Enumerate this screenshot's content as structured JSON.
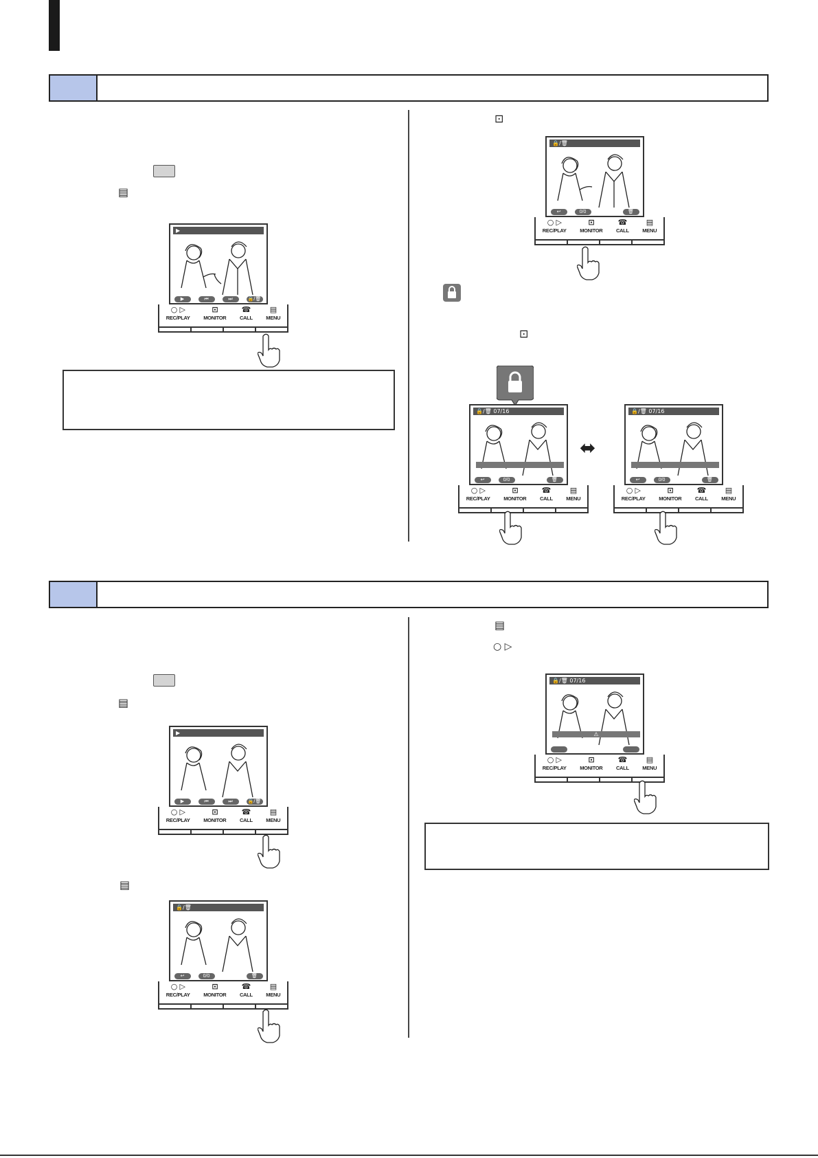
{
  "icons": {
    "menu_icon": "menu-icon",
    "monitor_icon": "monitor-icon",
    "lock_icon": "lock-icon",
    "rec_play_icon": "rec-play-icon",
    "swap_arrow": "double-arrow-icon"
  },
  "glyphs": {
    "menu": "▤",
    "monitor": "⊡",
    "rec_play": "○ ▷",
    "call": "☎",
    "lockdel": "🔒/🗑",
    "swap": "⬌"
  },
  "device_labels": {
    "rec_play": "REC/PLAY",
    "monitor": "MONITOR",
    "call": "CALL",
    "menu": "MENU"
  },
  "screen_labels": {
    "play_indicator": "▶",
    "lock_delete": "🔒/🗑",
    "lock_delete_date": "🔒/🗑  07/16",
    "count": "0/0",
    "warning": "⚠"
  },
  "colors": {
    "section_tab": "#b7c6ea",
    "border": "#222222"
  }
}
